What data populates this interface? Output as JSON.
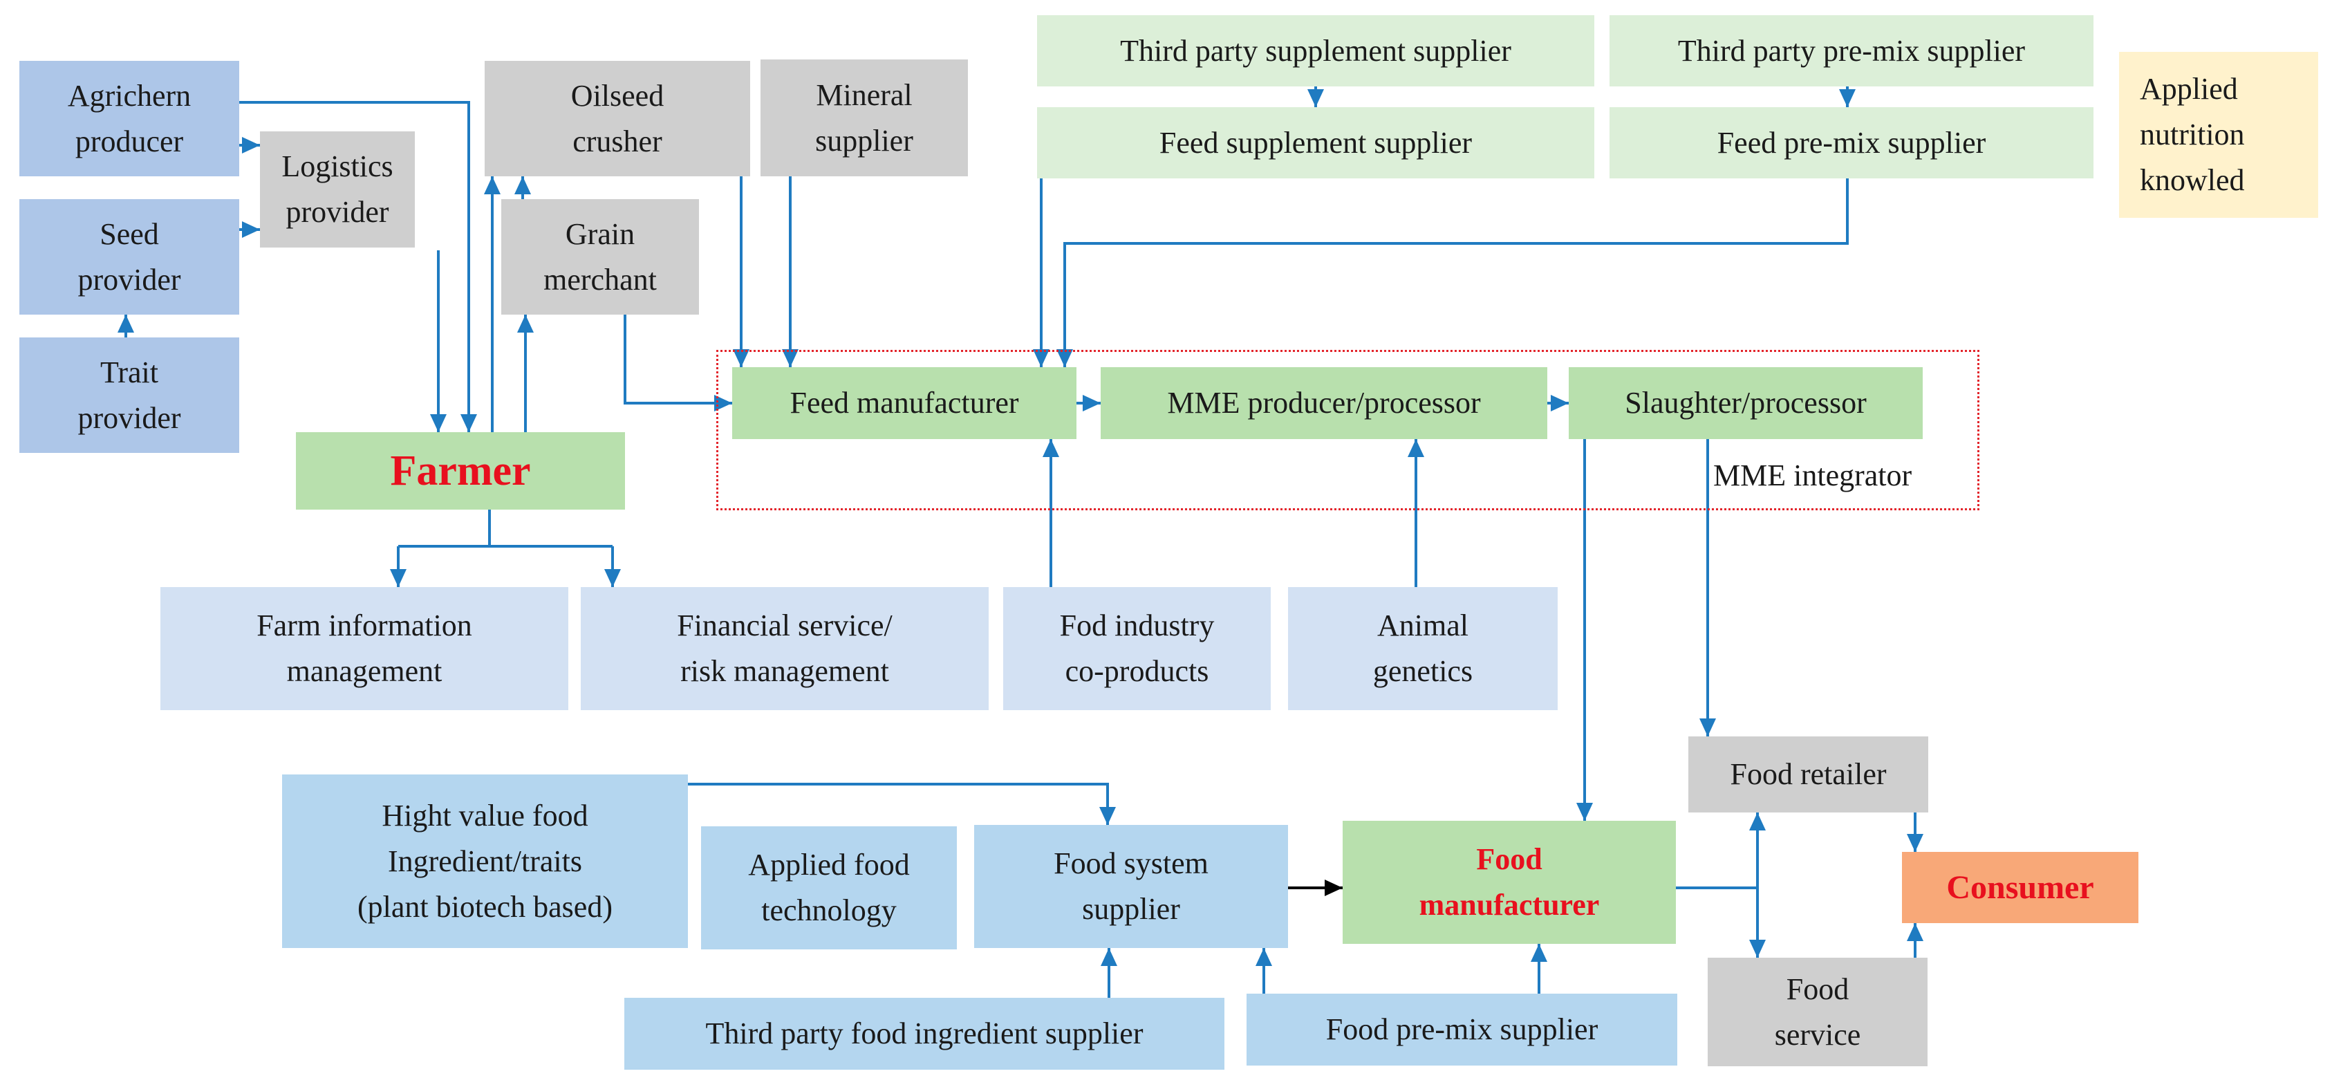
{
  "nodes": {
    "agrichem": "Agrichern\nproducer",
    "seed": "Seed\nprovider",
    "trait": "Trait\nprovider",
    "logistics": "Logistics\nprovider",
    "oilseed": "Oilseed\ncrusher",
    "mineral": "Mineral\nsupplier",
    "grain": "Grain\nmerchant",
    "farmer": "Farmer",
    "third_supplement": "Third party supplement supplier",
    "feed_supplement": "Feed supplement supplier",
    "third_premix": "Third party pre-mix supplier",
    "feed_premix": "Feed pre-mix supplier",
    "applied_nutrition": "Applied\nnutrition\nknowled",
    "feed_manufacturer": "Feed manufacturer",
    "mme_producer": "MME producer/processor",
    "slaughter": "Slaughter/processor",
    "farm_info": "Farm information\nmanagement",
    "financial": "Financial service/\nrisk management",
    "fod_industry": "Fod industry\nco-products",
    "animal_genetics": "Animal\ngenetics",
    "high_value": "Hight value food\nIngredient/traits\n(plant biotech based)",
    "applied_food_tech": "Applied food\ntechnology",
    "food_system": "Food system\nsupplier",
    "food_manufacturer": "Food\nmanufacturer",
    "food_retailer": "Food retailer",
    "consumer": "Consumer",
    "food_service": "Food\nservice",
    "third_food_ingredient": "Third party food ingredient supplier",
    "food_premix": "Food pre-mix supplier"
  },
  "labels": {
    "mme_integrator": "MME integrator"
  },
  "colors": {
    "arrow_blue": "#1f7bc1",
    "arrow_black": "#000000",
    "highlight_red": "#e8101e",
    "integrator_border": "#e3242b"
  }
}
